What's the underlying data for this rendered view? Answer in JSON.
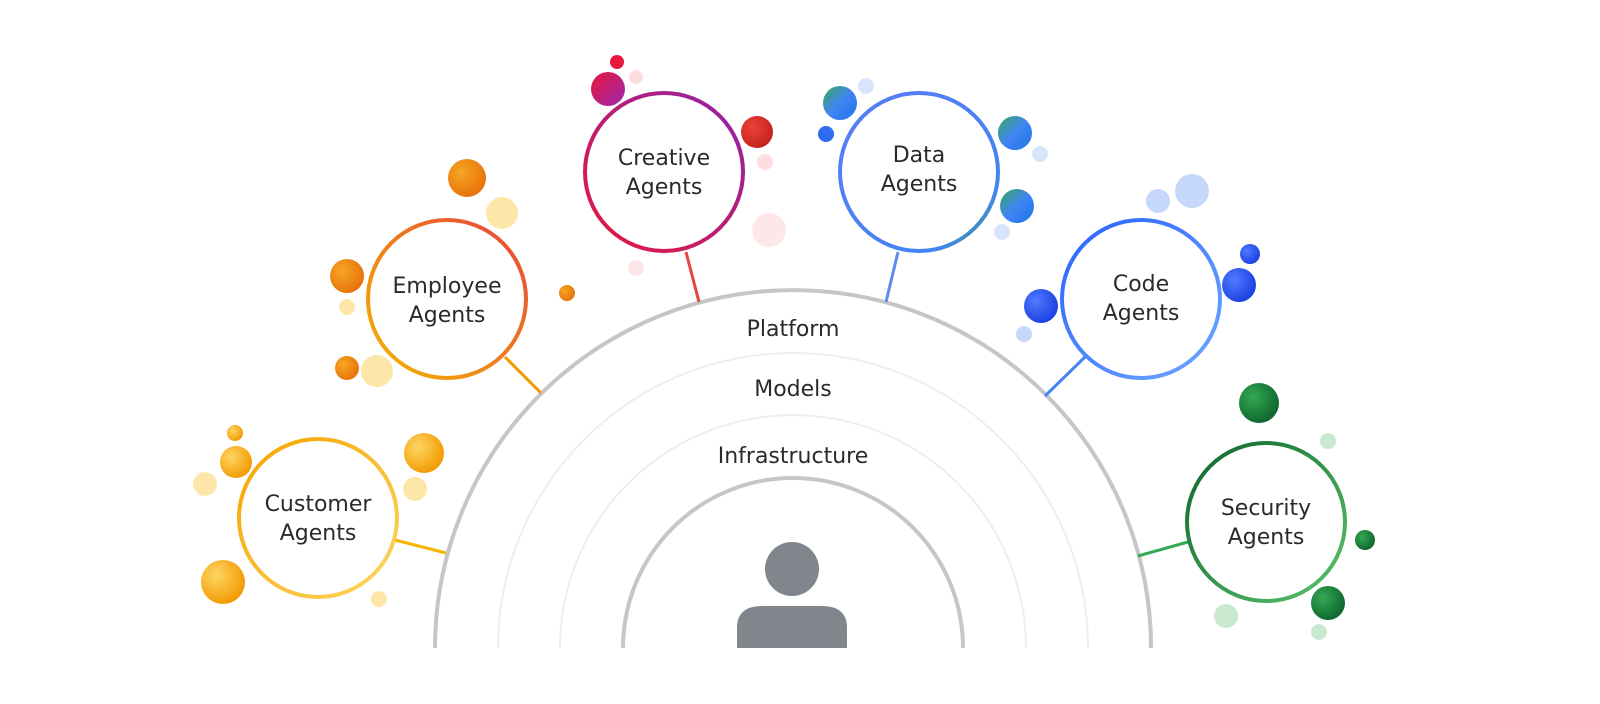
{
  "layers": {
    "platform": "Platform",
    "models": "Models",
    "infrastructure": "Infrastructure"
  },
  "center_icon": "person-icon",
  "agents": [
    {
      "id": "customer",
      "lines": [
        "Customer",
        "Agents"
      ]
    },
    {
      "id": "employee",
      "lines": [
        "Employee",
        "Agents"
      ]
    },
    {
      "id": "creative",
      "lines": [
        "Creative",
        "Agents"
      ]
    },
    {
      "id": "data",
      "lines": [
        "Data",
        "Agents"
      ]
    },
    {
      "id": "code",
      "lines": [
        "Code",
        "Agents"
      ]
    },
    {
      "id": "security",
      "lines": [
        "Security",
        "Agents"
      ]
    }
  ],
  "colors": {
    "customer": [
      "#fbc02d",
      "#f0a500"
    ],
    "employee": [
      "#f4b400",
      "#e8453c"
    ],
    "creative": [
      "#e8173c",
      "#9c27b0"
    ],
    "data": [
      "#4f7cf0",
      "#34a853"
    ],
    "code": [
      "#2962ff",
      "#6fa8ff"
    ],
    "security": [
      "#0d652d",
      "#34a853"
    ],
    "ring": "#c4c6ca",
    "ring_light": "#e8e9eb",
    "person": "#80868b"
  }
}
